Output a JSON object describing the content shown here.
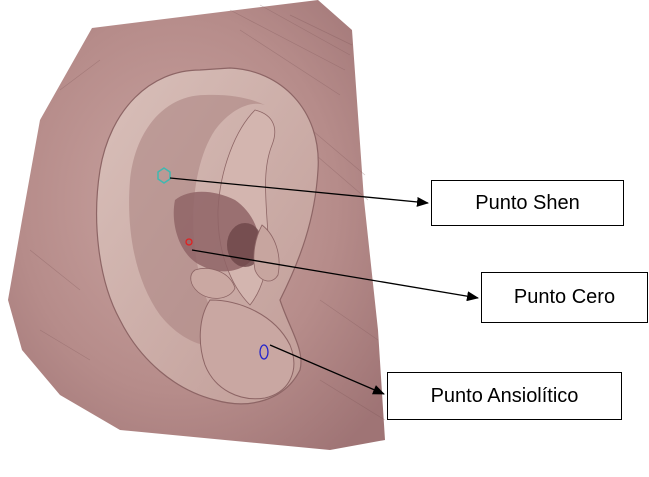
{
  "labels": {
    "shen": "Punto Shen",
    "cero": "Punto Cero",
    "ansiolitico": "Punto Ansiolítico"
  },
  "colors": {
    "skin": "#b98f8d",
    "skin_dark": "#8a5f61",
    "skin_light": "#d8bcb6",
    "shen_marker": "#3fb8b0",
    "cero_marker": "#e02020",
    "ansiolitico_marker": "#2222cc",
    "arrow": "#000000"
  }
}
